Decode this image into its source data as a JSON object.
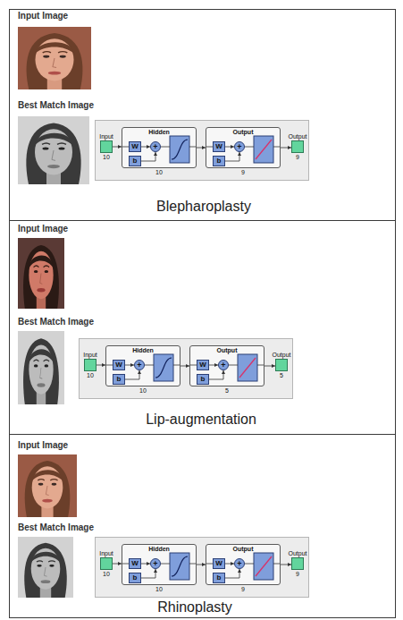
{
  "diagram": {
    "nodes": [
      {
        "text": [
          "Blepharoplasty"
        ]
      },
      {
        "text": [
          "Input",
          "10"
        ],
        "in": 0
      },
      {
        "text": [
          "Hidden",
          "10"
        ],
        "in": 0
      },
      {
        "text": [
          "W"
        ],
        "in": 2
      },
      {
        "text": [
          "b"
        ],
        "in": 2
      },
      {
        "text": [
          "+"
        ],
        "in": 2
      },
      {
        "text": [
          "Output",
          "9"
        ],
        "in": 0
      },
      {
        "text": [
          "W"
        ],
        "in": 6
      },
      {
        "text": [
          "b"
        ],
        "in": 6
      },
      {
        "text": [
          "+"
        ],
        "in": 6
      },
      {
        "text": [
          "Output",
          "9"
        ],
        "in": 0
      },
      {
        "text": [
          "Lip-augmentation"
        ]
      },
      {
        "text": [
          "Input",
          "10"
        ],
        "in": 11
      },
      {
        "text": [
          "Hidden",
          "10"
        ],
        "in": 11
      },
      {
        "text": [
          "W"
        ],
        "in": 13
      },
      {
        "text": [
          "b"
        ],
        "in": 13
      },
      {
        "text": [
          "+"
        ],
        "in": 13
      },
      {
        "text": [
          "Output",
          "5"
        ],
        "in": 11
      },
      {
        "text": [
          "W"
        ],
        "in": 17
      },
      {
        "text": [
          "b"
        ],
        "in": 17
      },
      {
        "text": [
          "+"
        ],
        "in": 17
      },
      {
        "text": [
          "Output",
          "5"
        ],
        "in": 11
      },
      {
        "text": [
          "Rhinoplasty"
        ]
      },
      {
        "text": [
          "Input",
          "10"
        ],
        "in": 22
      },
      {
        "text": [
          "Hidden",
          "10"
        ],
        "in": 22
      },
      {
        "text": [
          "W"
        ],
        "in": 24
      },
      {
        "text": [
          "b"
        ],
        "in": 24
      },
      {
        "text": [
          "+"
        ],
        "in": 24
      },
      {
        "text": [
          "Output",
          "9"
        ],
        "in": 22
      },
      {
        "text": [
          "W"
        ],
        "in": 28
      },
      {
        "text": [
          "b"
        ],
        "in": 28
      },
      {
        "text": [
          "+"
        ],
        "in": 28
      },
      {
        "text": [
          "Output",
          "9"
        ],
        "in": 22
      }
    ],
    "edges": [
      {
        "from": 1,
        "to": 2,
        "arrow": "to"
      },
      {
        "from": 3,
        "to": 5,
        "arrow": "to"
      },
      {
        "from": 4,
        "to": 5,
        "arrow": "to"
      },
      {
        "from": 2,
        "to": 6,
        "arrow": "to"
      },
      {
        "from": 7,
        "to": 9,
        "arrow": "to"
      },
      {
        "from": 8,
        "to": 9,
        "arrow": "to"
      },
      {
        "from": 6,
        "to": 10,
        "arrow": "to"
      },
      {
        "from": 12,
        "to": 13,
        "arrow": "to"
      },
      {
        "from": 14,
        "to": 16,
        "arrow": "to"
      },
      {
        "from": 15,
        "to": 16,
        "arrow": "to"
      },
      {
        "from": 13,
        "to": 17,
        "arrow": "to"
      },
      {
        "from": 18,
        "to": 20,
        "arrow": "to"
      },
      {
        "from": 19,
        "to": 20,
        "arrow": "to"
      },
      {
        "from": 17,
        "to": 21,
        "arrow": "to"
      },
      {
        "from": 23,
        "to": 24,
        "arrow": "to"
      },
      {
        "from": 25,
        "to": 27,
        "arrow": "to"
      },
      {
        "from": 26,
        "to": 27,
        "arrow": "to"
      },
      {
        "from": 24,
        "to": 28,
        "arrow": "to"
      },
      {
        "from": 29,
        "to": 31,
        "arrow": "to"
      },
      {
        "from": 30,
        "to": 31,
        "arrow": "to"
      },
      {
        "from": 28,
        "to": 32,
        "arrow": "to"
      }
    ],
    "labels": [
      "Input Image",
      "Best Match Image",
      "Input Image",
      "Best Match Image",
      "Input Image",
      "Best Match Image"
    ]
  }
}
